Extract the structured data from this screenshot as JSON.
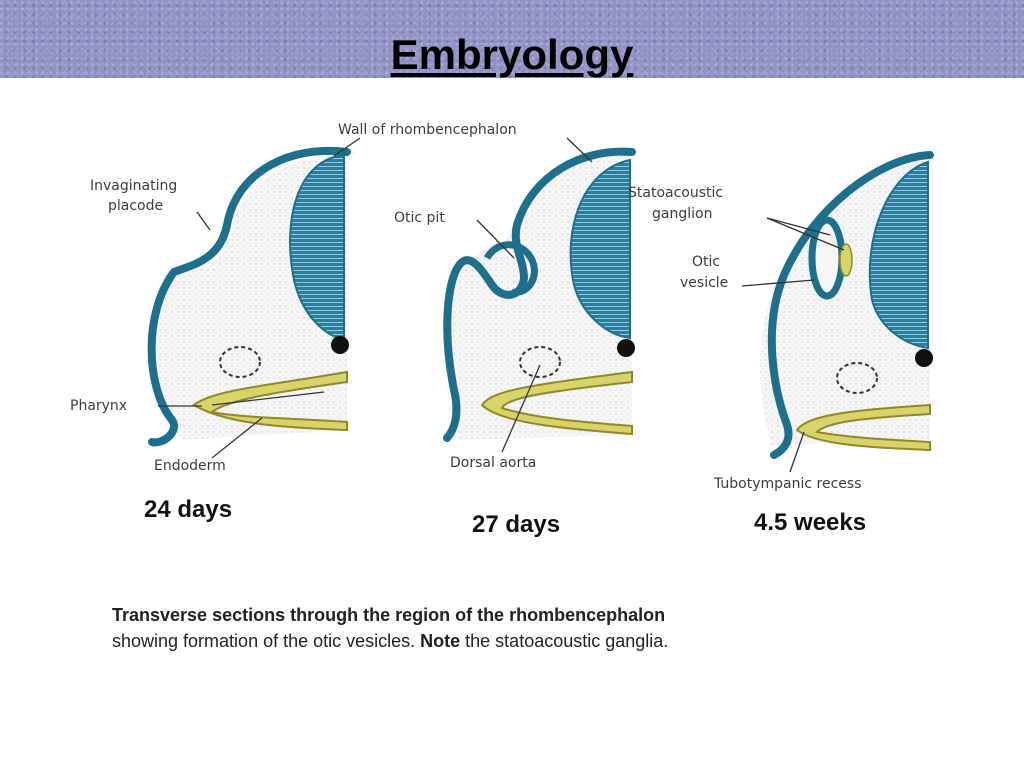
{
  "slide": {
    "title": "Embryology"
  },
  "figure": {
    "labels": {
      "wall_of_rhombencephalon": "Wall of rhombencephalon",
      "invaginating": "Invaginating",
      "placode": "placode",
      "otic_pit": "Otic pit",
      "statoacoustic": "Statoacoustic",
      "ganglion": "ganglion",
      "otic": "Otic",
      "vesicle": "vesicle",
      "pharynx": "Pharynx",
      "endoderm": "Endoderm",
      "dorsal_aorta": "Dorsal aorta",
      "tubotympanic_recess": "Tubotympanic recess"
    },
    "stages": [
      "24 days",
      "27 days",
      "4.5 weeks"
    ]
  },
  "caption": {
    "line1_bold": "Transverse sections through the region of the rhombencephalon",
    "line2_pre": "showing formation of the otic vesicles. ",
    "line2_bold": "Note",
    "line2_post": " the statoacoustic ganglia."
  },
  "colors": {
    "ectoderm": "#1d6f8c",
    "neural_tube": "#2a7f9e",
    "endoderm_fill": "#d8d46a",
    "endoderm_edge": "#8e8a2a",
    "mesenchyme": "#f4f4f4",
    "banner": "#8e92c4"
  }
}
